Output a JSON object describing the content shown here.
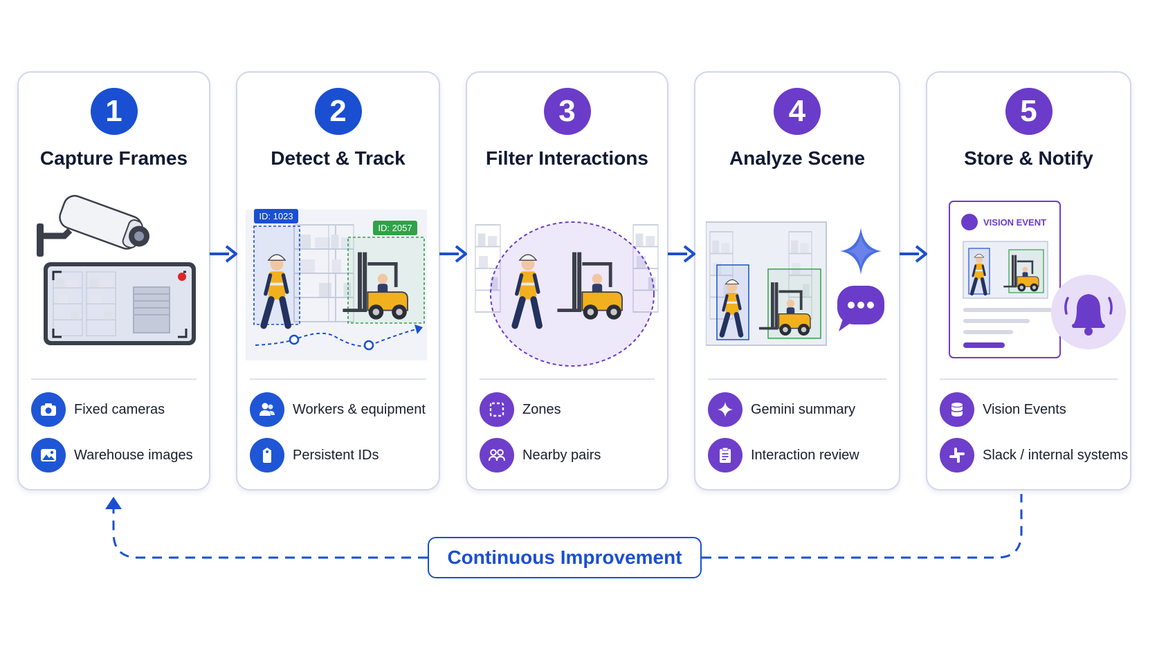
{
  "steps": [
    {
      "number": "1",
      "title": "Capture Frames",
      "features": [
        {
          "label": "Fixed cameras",
          "icon": "camera-icon"
        },
        {
          "label": "Warehouse images",
          "icon": "image-icon"
        }
      ]
    },
    {
      "number": "2",
      "title": "Detect & Track",
      "detections": [
        "ID: 1023",
        "ID: 2057"
      ],
      "features": [
        {
          "label": "Workers & equipment",
          "icon": "users-icon"
        },
        {
          "label": "Persistent IDs",
          "icon": "tag-icon"
        }
      ]
    },
    {
      "number": "3",
      "title": "Filter Interactions",
      "features": [
        {
          "label": "Zones",
          "icon": "zone-icon"
        },
        {
          "label": "Nearby pairs",
          "icon": "pair-icon"
        }
      ]
    },
    {
      "number": "4",
      "title": "Analyze Scene",
      "features": [
        {
          "label": "Gemini summary",
          "icon": "sparkle-icon"
        },
        {
          "label": "Interaction review",
          "icon": "clipboard-icon"
        }
      ]
    },
    {
      "number": "5",
      "title": "Store & Notify",
      "event_label": "VISION EVENT",
      "features": [
        {
          "label": "Vision Events",
          "icon": "database-icon"
        },
        {
          "label": "Slack / internal systems",
          "icon": "slack-icon"
        }
      ]
    }
  ],
  "loop_label": "Continuous Improvement",
  "colors": {
    "blue": "#1a4fd1",
    "purple": "#6a3cc9",
    "border": "#d3d6ea"
  }
}
